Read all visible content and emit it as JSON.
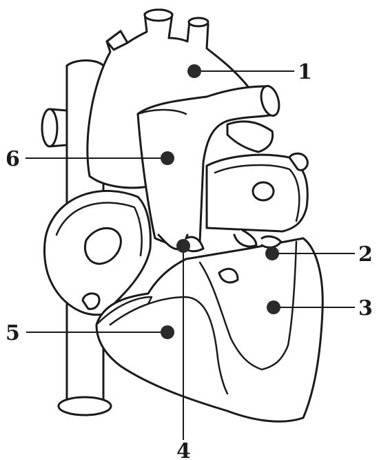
{
  "labels": [
    {
      "id": "1",
      "text": "1"
    },
    {
      "id": "2",
      "text": "2"
    },
    {
      "id": "3",
      "text": "3"
    },
    {
      "id": "4",
      "text": "4"
    },
    {
      "id": "5",
      "text": "5"
    },
    {
      "id": "6",
      "text": "6"
    }
  ]
}
